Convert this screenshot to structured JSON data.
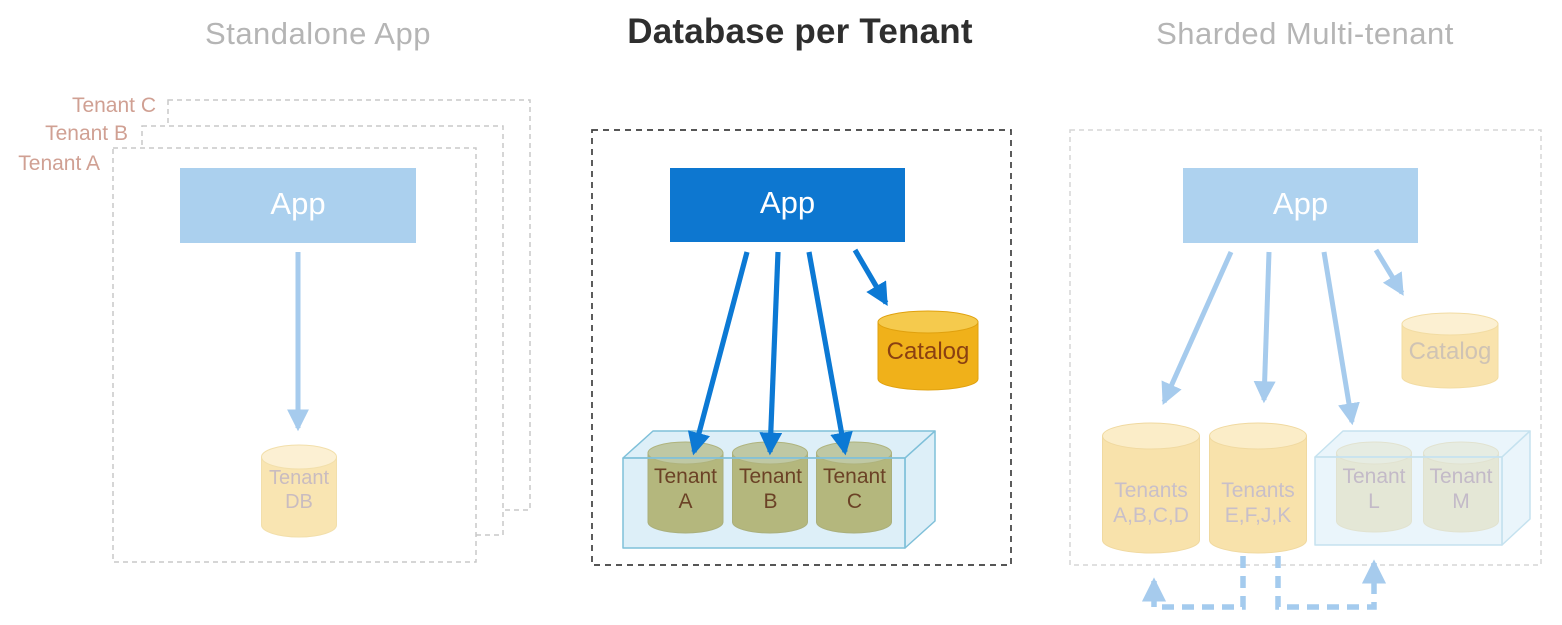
{
  "panels": {
    "standalone": {
      "title": "Standalone App",
      "app_label": "App",
      "stack_labels": [
        "Tenant C",
        "Tenant B",
        "Tenant A"
      ],
      "db": {
        "line1": "Tenant",
        "line2": "DB"
      }
    },
    "per_tenant": {
      "title": "Database per Tenant",
      "app_label": "App",
      "catalog_label": "Catalog",
      "databases": [
        {
          "line1": "Tenant",
          "line2": "A"
        },
        {
          "line1": "Tenant",
          "line2": "B"
        },
        {
          "line1": "Tenant",
          "line2": "C"
        }
      ]
    },
    "sharded": {
      "title": "Sharded Multi-tenant",
      "app_label": "App",
      "catalog_label": "Catalog",
      "databases": [
        {
          "line1": "Tenants",
          "line2": "A,B,C,D"
        },
        {
          "line1": "Tenants",
          "line2": "E,F,J,K"
        },
        {
          "line1": "Tenant",
          "line2": "L"
        },
        {
          "line1": "Tenant",
          "line2": "M"
        }
      ]
    }
  },
  "colors": {
    "accent_blue": "#0d77d0",
    "arrow_blue": "#0c79d4",
    "faded_blue": "#a6cbed",
    "faded_app_blue": "#aed2ef",
    "catalog_orange": "#f0b11a",
    "catalog_orange_top": "#f5ca4d",
    "tenant_db_gold": "#b49a20",
    "tenant_db_gold_top": "#c9b967",
    "faded_yellow": "#f8e2ab",
    "faded_yellow_top": "#fbedc8",
    "pool_blue_stroke": "#7fc0d9",
    "faded_pool_stroke": "#c5e2ef",
    "tenant_label_salmon": "#d0a093",
    "title_gray": "#b5b5b5",
    "title_black": "#2e2e2e",
    "db_text_brown": "#6b4226",
    "catalog_text_brown": "#8a4012",
    "faded_text_gray": "#c6bcc6"
  }
}
